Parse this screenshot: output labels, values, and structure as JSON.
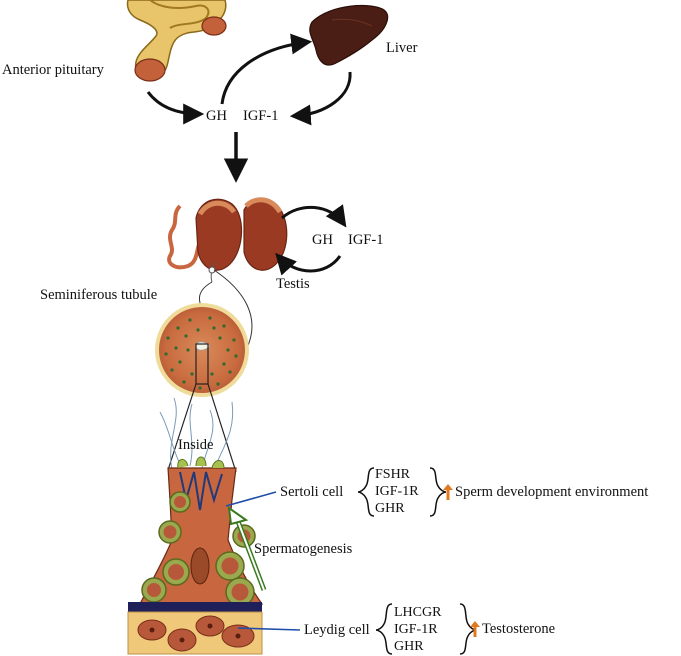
{
  "labels": {
    "anterior_pituitary": "Anterior pituitary",
    "liver": "Liver",
    "gh_top": "GH",
    "igf1_top": "IGF-1",
    "gh_testis": "GH",
    "igf1_testis": "IGF-1",
    "testis": "Testis",
    "seminiferous_tubule": "Seminiferous tubule",
    "inside": "Inside",
    "sertoli_cell": "Sertoli cell",
    "spermatogenesis": "Spermatogenesis",
    "leydig_cell": "Leydig cell"
  },
  "sertoli_receptors": [
    "FSHR",
    "IGF-1R",
    "GHR"
  ],
  "sertoli_effect": "Sperm development environment",
  "leydig_receptors": [
    "LHCGR",
    "IGF-1R",
    "GHR"
  ],
  "leydig_effect": "Testosterone",
  "colors": {
    "tissue": "#c8663f",
    "tissue_dark": "#8b2e1c",
    "liver": "#4a1e14",
    "pituitary": "#d9a43a",
    "germ_cell": "#9aa94e",
    "up_arrow": "#e07a22",
    "pointer_line": "#1f4fa8",
    "spermatogenesis_arrow": "#3a7a1f",
    "leydig_band": "#1f1f5a"
  },
  "icons": [
    "pituitary-icon",
    "liver-icon",
    "testis-icon",
    "tubule-cross-section-icon",
    "epithelium-icon",
    "up-arrow-icon"
  ]
}
